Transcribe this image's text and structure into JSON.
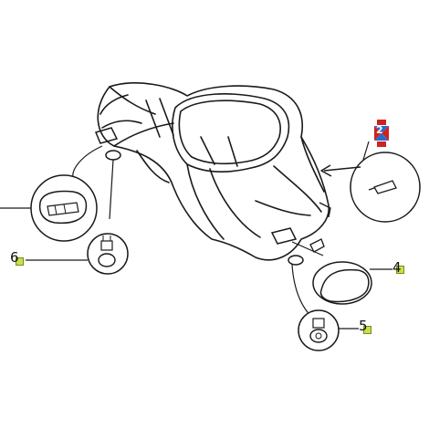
{
  "diagram": {
    "callouts": [
      {
        "id": "6",
        "label": "6"
      },
      {
        "id": "5",
        "label": "5"
      },
      {
        "id": "4",
        "label": "4"
      },
      {
        "id": "2",
        "label": "2"
      }
    ],
    "colors": {
      "line": "#1a1a1a",
      "callout_marker": "#c8e04a",
      "indicator_blue": "#1e6fd0",
      "indicator_red": "#d02020",
      "background": "#ffffff"
    },
    "icons": [
      "arrow-left-icon",
      "direction-cross-icon"
    ]
  }
}
